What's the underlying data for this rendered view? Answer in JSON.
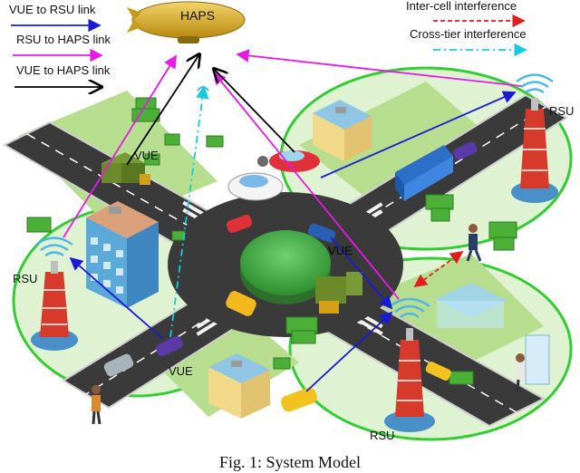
{
  "legend": {
    "vue_rsu": "VUE to RSU link",
    "rsu_haps": "RSU to HAPS link",
    "vue_haps": "VUE to HAPS link",
    "inter_cell": "Inter-cell interference",
    "cross_tier": "Cross-tier interference"
  },
  "haps_label": "HAPS",
  "vue_labels": [
    "VUE",
    "VUE",
    "VUE"
  ],
  "rsu_labels": [
    "RSU",
    "RSU",
    "RSU"
  ],
  "caption": "Fig. 1: System Model",
  "colors": {
    "vue_rsu": "#1b1bd6",
    "rsu_haps": "#e619e6",
    "vue_haps": "#000000",
    "inter_cell": "#e02020",
    "cross_tier": "#19c9e0",
    "cell_boundary": "#33cc33",
    "road": "#3a3a3a",
    "grass": "#8fcf5a",
    "roundabout": "#3aa53a",
    "haps": "#e0b21e"
  }
}
